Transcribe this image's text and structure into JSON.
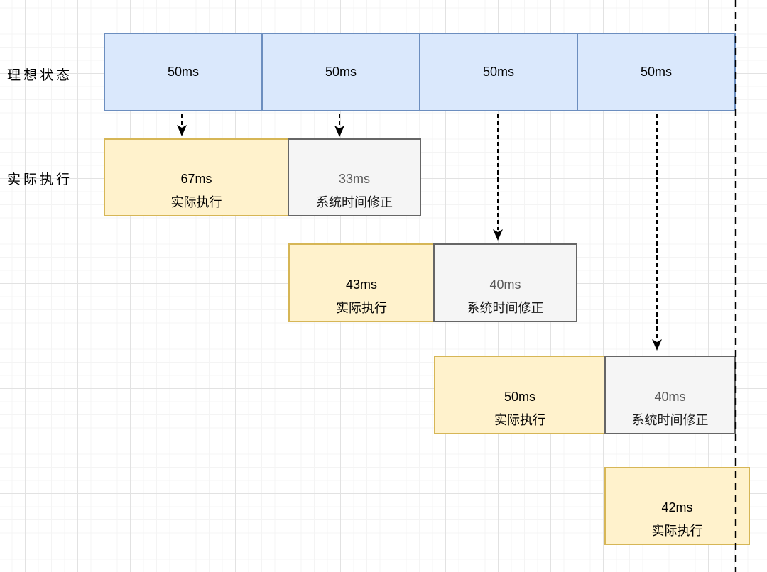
{
  "row_labels": {
    "ideal": "理想状态",
    "actual": "实际执行"
  },
  "ideal_segments": [
    "50ms",
    "50ms",
    "50ms",
    "50ms"
  ],
  "cycles": [
    {
      "exec": {
        "duration": "67ms",
        "label": "实际执行"
      },
      "correction": {
        "duration": "33ms",
        "label": "系统时间修正"
      }
    },
    {
      "exec": {
        "duration": "43ms",
        "label": "实际执行"
      },
      "correction": {
        "duration": "40ms",
        "label": "系统时间修正"
      }
    },
    {
      "exec": {
        "duration": "50ms",
        "label": "实际执行"
      },
      "correction": {
        "duration": "40ms",
        "label": "系统时间修正"
      }
    },
    {
      "exec": {
        "duration": "42ms",
        "label": "实际执行"
      }
    }
  ],
  "colors": {
    "ideal_fill": "#dae8fc",
    "ideal_border": "#6c8ebf",
    "exec_fill": "#fff2cc",
    "exec_border": "#d6b656",
    "correction_fill": "#f5f5f5",
    "correction_border": "#666666",
    "correction_duration_text": "#595959",
    "arrow": "#000000"
  }
}
